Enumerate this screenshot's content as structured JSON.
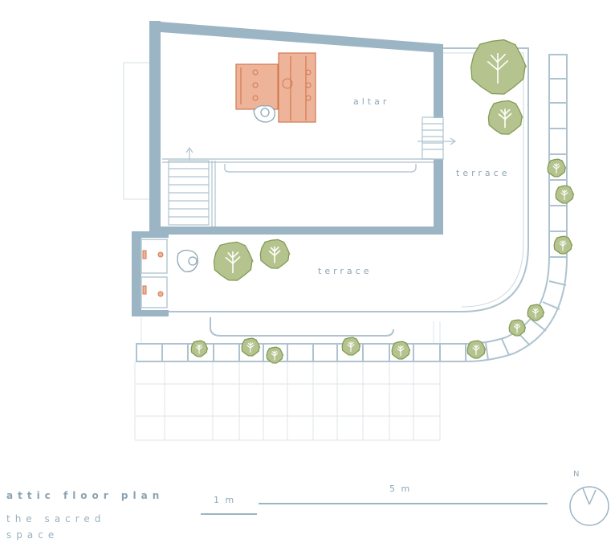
{
  "plan": {
    "title": "attic floor plan",
    "subtitle": "the sacred space",
    "rooms": {
      "altar": "altar",
      "terrace_upper": "terrace",
      "terrace_lower": "terrace"
    },
    "scale": {
      "short_label": "1 m",
      "long_label": "5 m"
    },
    "north_label": "N"
  },
  "colors": {
    "wall": "#9bb5c4",
    "thin_line": "#b7cad4",
    "altar_fill": "#eeb49a",
    "altar_stroke": "#d2784f",
    "tree_fill": "#b5c48e",
    "tree_stroke": "#849a55",
    "text": "#8fa7b5"
  },
  "icons": [
    "person-icon",
    "tree-icon",
    "shrub-icon",
    "north-arrow-icon",
    "stair-icon"
  ]
}
